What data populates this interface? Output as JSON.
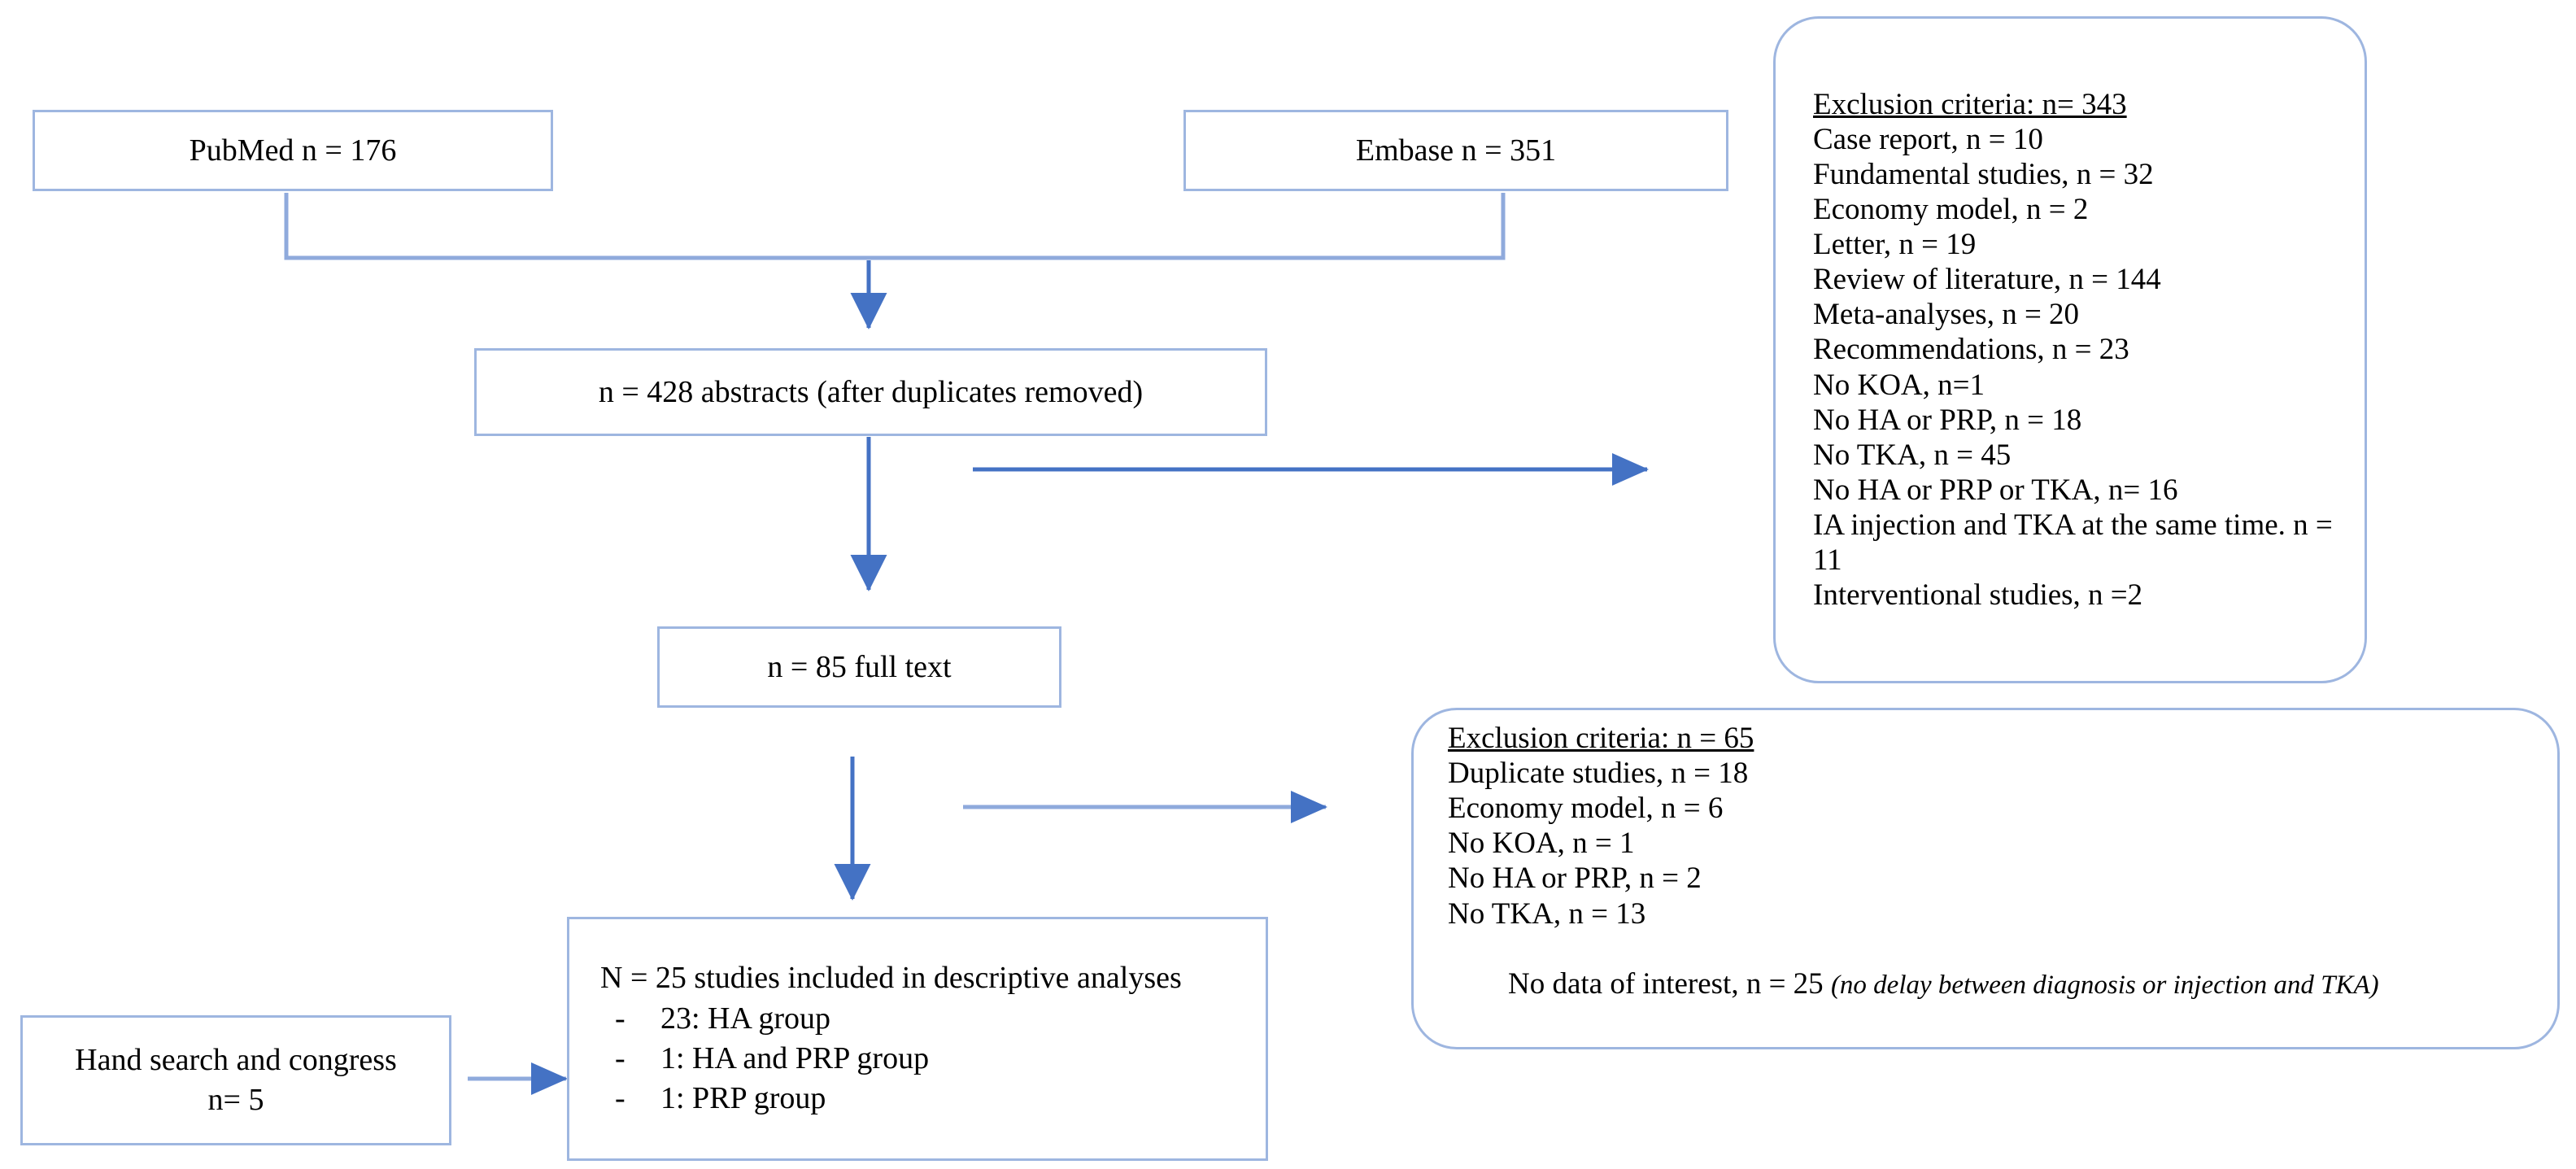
{
  "diagram": {
    "title": "PRISMA study selection flow diagram",
    "colors": {
      "box_border": "#9eb6e0",
      "arrow": "#4472c4",
      "arrow_light": "#8faadc",
      "text": "#000000",
      "background": "#ffffff"
    }
  },
  "boxes": {
    "pubmed": {
      "label": "PubMed n = 176"
    },
    "embase": {
      "label": "Embase n = 351"
    },
    "abstracts": {
      "label": "n = 428 abstracts (after duplicates removed)"
    },
    "fulltext": {
      "label": "n = 85 full text"
    },
    "handsearch": {
      "label": "Hand search and congress\nn= 5"
    },
    "included": {
      "title": "N = 25 studies included in descriptive analyses",
      "dash": "-",
      "items": [
        "23: HA group",
        "1: HA and PRP group",
        "1: PRP group"
      ]
    }
  },
  "exclusion_1": {
    "heading": "Exclusion criteria: n= 343",
    "lines": [
      "Case report, n = 10",
      "Fundamental studies, n = 32",
      "Economy model, n = 2",
      "Letter, n = 19",
      "Review of literature, n = 144",
      "Meta-analyses, n = 20",
      "Recommendations, n = 23",
      "No KOA, n=1",
      "No HA or PRP, n = 18",
      "No TKA, n = 45",
      "No HA or PRP or TKA, n= 16",
      "IA injection and TKA at the same time. n = 11",
      "Interventional studies, n =2"
    ]
  },
  "exclusion_2": {
    "heading": "Exclusion criteria: n = 65",
    "lines": [
      "Duplicate studies, n = 18",
      "Economy model, n = 6",
      "No KOA, n = 1",
      "No HA or PRP, n = 2",
      "No TKA, n = 13"
    ],
    "last_line": "No data of interest, n = 25 ",
    "last_note": "(no delay between diagnosis or injection and TKA)"
  }
}
